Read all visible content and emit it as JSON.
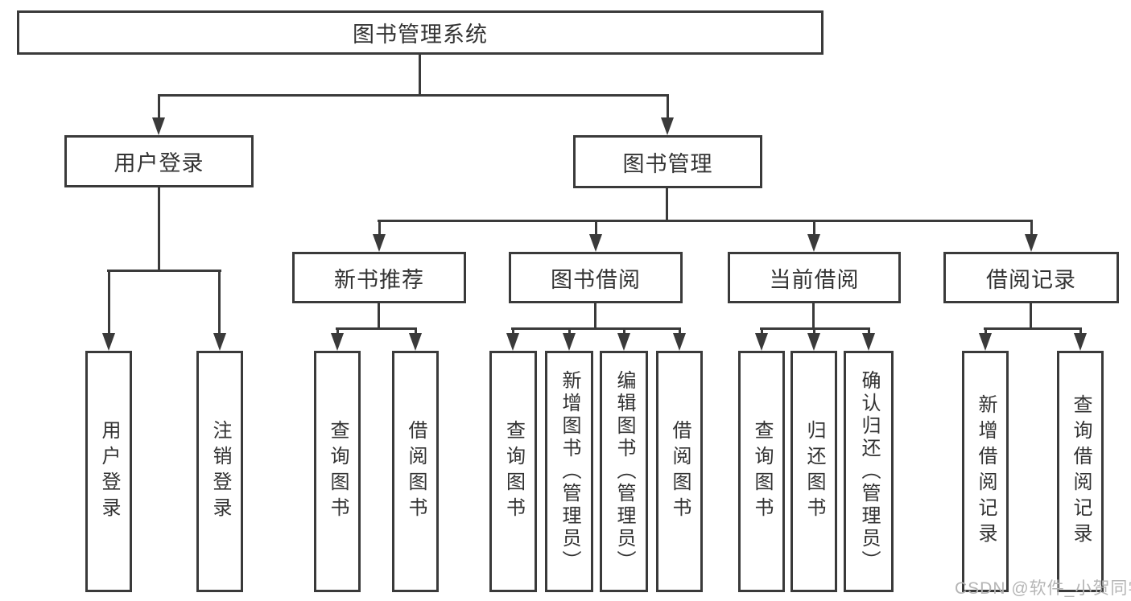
{
  "diagram": {
    "root": {
      "label": "图书管理系统"
    },
    "branches": [
      {
        "label": "用户登录",
        "children": [
          "用户登录",
          "注销登录"
        ]
      },
      {
        "label": "图书管理",
        "children": [
          {
            "label": "新书推荐",
            "children": [
              "查询图书",
              "借阅图书"
            ]
          },
          {
            "label": "图书借阅",
            "children": [
              "查询图书",
              "新增图书（管理员）",
              "编辑图书（管理员）",
              "借阅图书"
            ]
          },
          {
            "label": "当前借阅",
            "children": [
              "查询图书",
              "归还图书",
              "确认归还（管理员）"
            ]
          },
          {
            "label": "借阅记录",
            "children": [
              "新增借阅记录",
              "查询借阅记录"
            ]
          }
        ]
      }
    ]
  },
  "watermark": {
    "text": "CSDN @软件_小贺同学"
  },
  "colors": {
    "line": "#3a3a3a",
    "text": "#333333",
    "watermark": "#b5b5b5",
    "background": "#ffffff"
  }
}
